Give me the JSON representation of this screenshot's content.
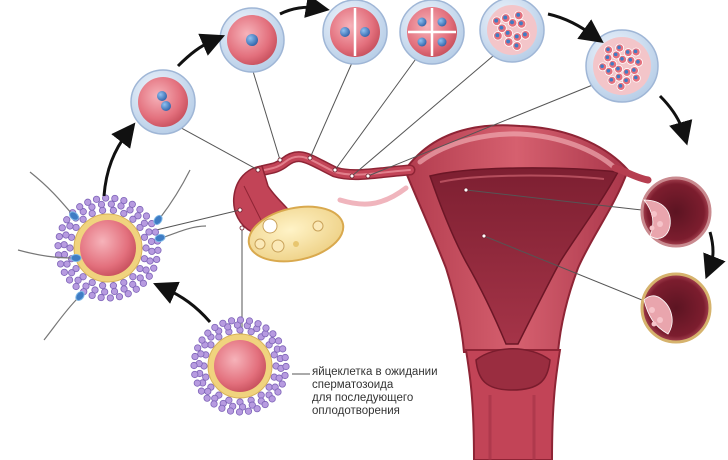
{
  "caption": {
    "lines": [
      "яйцеклетка в ожидании",
      "сперматозоида",
      "для последующего",
      "оплодотворения"
    ]
  },
  "colors": {
    "tissue": "#c0485a",
    "tissue_dark": "#8e2435",
    "tissue_light": "#e8a3a8",
    "cell_fill": "#e77b86",
    "cell_ring": "#cfe0f2",
    "nucleus": "#3f7cc4",
    "corona": "#a98fd6",
    "arrow": "#111111",
    "leader": "#444444"
  },
  "stages": [
    {
      "name": "fertilized-egg",
      "nuclei": 2
    },
    {
      "name": "zygote",
      "nuclei": 1
    },
    {
      "name": "two-cell-stage",
      "nuclei": 2
    },
    {
      "name": "four-cell-stage",
      "nuclei": 4
    },
    {
      "name": "morula",
      "nuclei": 12
    },
    {
      "name": "blastocyst",
      "nuclei": 20
    },
    {
      "name": "implantation-1",
      "nuclei": 0
    },
    {
      "name": "implantation-2",
      "nuclei": 0
    }
  ]
}
